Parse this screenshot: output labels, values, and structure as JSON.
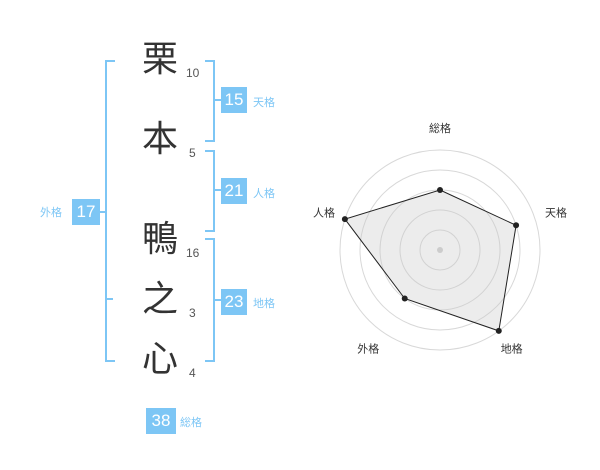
{
  "name": {
    "characters": [
      {
        "char": "栗",
        "strokes": "10"
      },
      {
        "char": "本",
        "strokes": "5"
      },
      {
        "char": "鴨",
        "strokes": "16"
      },
      {
        "char": "之",
        "strokes": "3"
      },
      {
        "char": "心",
        "strokes": "4"
      }
    ]
  },
  "fortunes": {
    "tenkaku": {
      "value": "15",
      "label": "天格"
    },
    "jinkaku": {
      "value": "21",
      "label": "人格"
    },
    "chikaku": {
      "value": "23",
      "label": "地格"
    },
    "gaikaku": {
      "value": "17",
      "label": "外格"
    },
    "soukaku": {
      "value": "38",
      "label": "総格"
    }
  },
  "accent_color": "#7dc6f5",
  "chart_data": {
    "type": "radar",
    "axes": [
      "総格",
      "天格",
      "地格",
      "外格",
      "人格"
    ],
    "values": [
      3,
      4,
      5,
      3,
      5
    ],
    "max": 5,
    "grid": true
  }
}
